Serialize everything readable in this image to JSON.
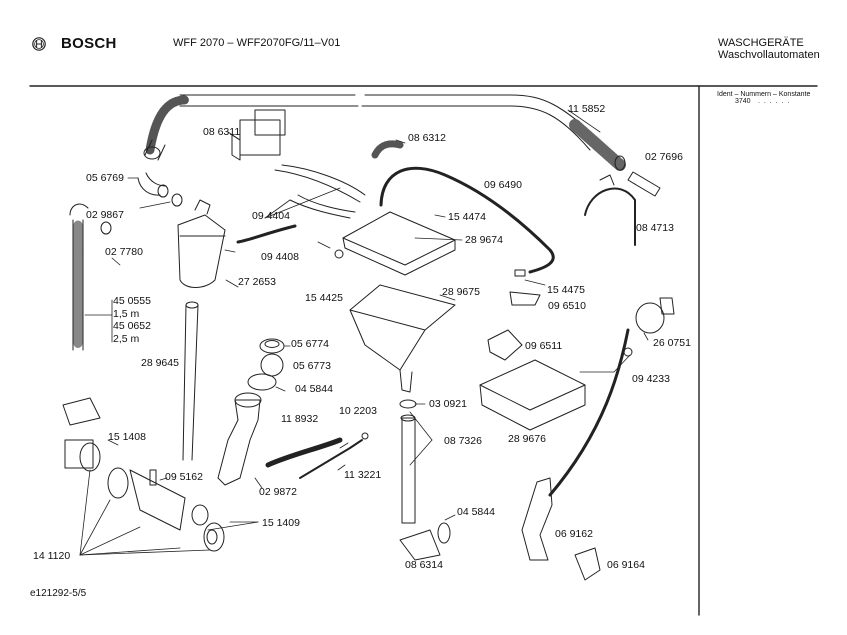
{
  "header": {
    "brand": "BOSCH",
    "brand_icon": "bosch-armature-logo-icon",
    "model": "WFF 2070 – WFF2070FG/11–V01",
    "category_line1": "WASCHGERÄTE",
    "category_line2": "Waschvollautomaten"
  },
  "side_panel": {
    "ident_label": "Ident – Nummern – Konstante",
    "ident_number": "3740",
    "ident_dots": ". .   . . . ."
  },
  "footer": {
    "document_id": "e121292-5/5"
  },
  "parts": [
    {
      "id": "p-115852",
      "number": "11 5852"
    },
    {
      "id": "p-086311",
      "number": "08 6311"
    },
    {
      "id": "p-086312",
      "number": "08 6312"
    },
    {
      "id": "p-027696",
      "number": "02 7696"
    },
    {
      "id": "p-056769",
      "number": "05 6769"
    },
    {
      "id": "p-096490",
      "number": "09 6490"
    },
    {
      "id": "p-029867",
      "number": "02 9867"
    },
    {
      "id": "p-094404",
      "number": "09 4404"
    },
    {
      "id": "p-154474",
      "number": "15 4474"
    },
    {
      "id": "p-084713",
      "number": "08 4713"
    },
    {
      "id": "p-027780",
      "number": "02 7780"
    },
    {
      "id": "p-289674",
      "number": "28 9674"
    },
    {
      "id": "p-094408",
      "number": "09 4408"
    },
    {
      "id": "p-272653",
      "number": "27 2653"
    },
    {
      "id": "p-154425",
      "number": "15 4425"
    },
    {
      "id": "p-289675",
      "number": "28 9675"
    },
    {
      "id": "p-154475",
      "number": "15 4475"
    },
    {
      "id": "p-096510",
      "number": "09 6510"
    },
    {
      "id": "p-450555",
      "number": "45 0555"
    },
    {
      "id": "p-len15",
      "number": "1,5 m"
    },
    {
      "id": "p-450652",
      "number": "45 0652"
    },
    {
      "id": "p-len25",
      "number": "2,5 m"
    },
    {
      "id": "p-260751",
      "number": "26 0751"
    },
    {
      "id": "p-056774",
      "number": "05 6774"
    },
    {
      "id": "p-096511",
      "number": "09 6511"
    },
    {
      "id": "p-289645",
      "number": "28 9645"
    },
    {
      "id": "p-056773",
      "number": "05 6773"
    },
    {
      "id": "p-094233",
      "number": "09 4233"
    },
    {
      "id": "p-045844a",
      "number": "04 5844"
    },
    {
      "id": "p-030921",
      "number": "03 0921"
    },
    {
      "id": "p-118932",
      "number": "11 8932"
    },
    {
      "id": "p-102203",
      "number": "10 2203"
    },
    {
      "id": "p-087326",
      "number": "08 7326"
    },
    {
      "id": "p-289676",
      "number": "28 9676"
    },
    {
      "id": "p-151408",
      "number": "15 1408"
    },
    {
      "id": "p-113221",
      "number": "11 3221"
    },
    {
      "id": "p-095162",
      "number": "09 5162"
    },
    {
      "id": "p-029872",
      "number": "02 9872"
    },
    {
      "id": "p-045844b",
      "number": "04 5844"
    },
    {
      "id": "p-151409",
      "number": "15 1409"
    },
    {
      "id": "p-069162",
      "number": "06 9162"
    },
    {
      "id": "p-141120",
      "number": "14 1120"
    },
    {
      "id": "p-086314",
      "number": "08 6314"
    },
    {
      "id": "p-069164",
      "number": "06 9164"
    }
  ]
}
